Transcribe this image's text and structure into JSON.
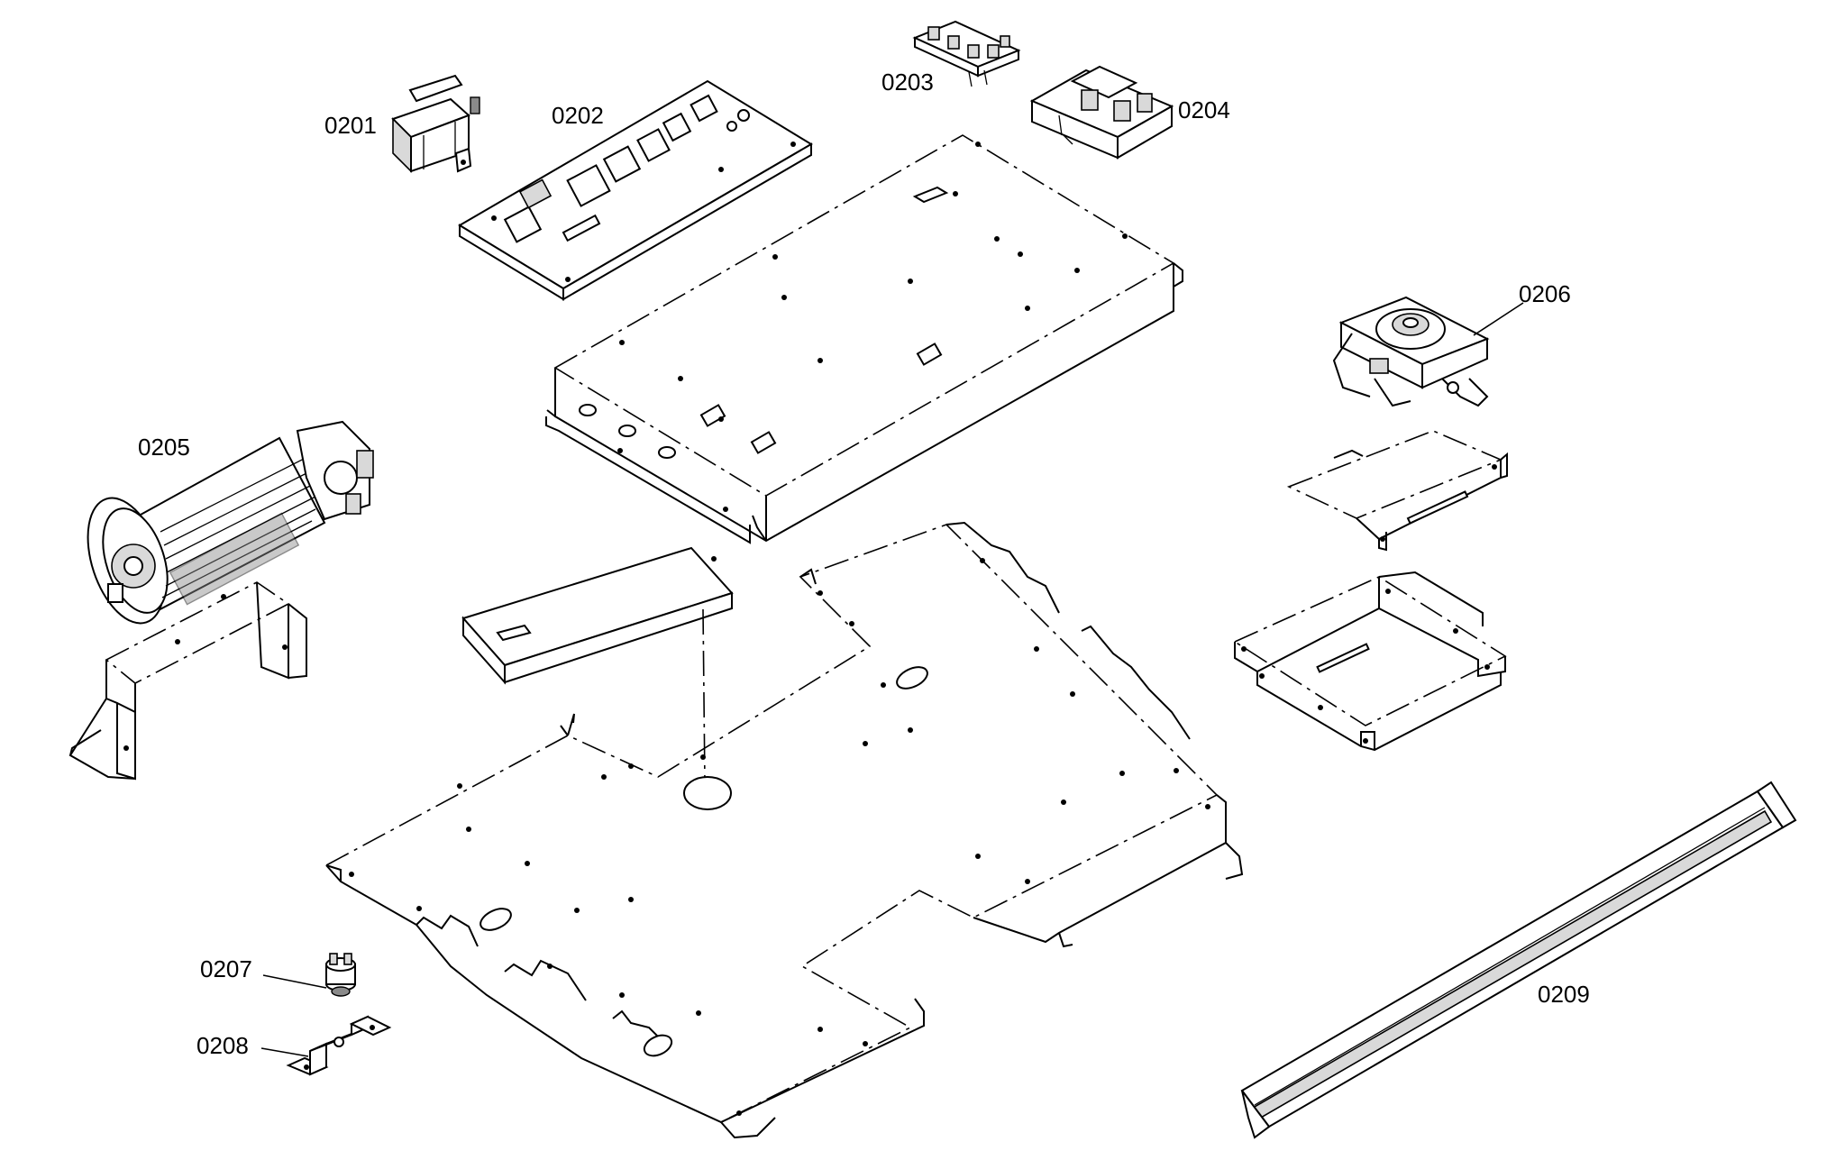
{
  "parts": [
    {
      "id": "transformer",
      "label": "0201"
    },
    {
      "id": "control-board",
      "label": "0202"
    },
    {
      "id": "relay-block",
      "label": "0203"
    },
    {
      "id": "relay-housing",
      "label": "0204"
    },
    {
      "id": "tangential-fan",
      "label": "0205"
    },
    {
      "id": "door-lock-motor",
      "label": "0206"
    },
    {
      "id": "thermostat",
      "label": "0207"
    },
    {
      "id": "thermostat-bracket",
      "label": "0208"
    },
    {
      "id": "trim-strip",
      "label": "0209"
    }
  ]
}
